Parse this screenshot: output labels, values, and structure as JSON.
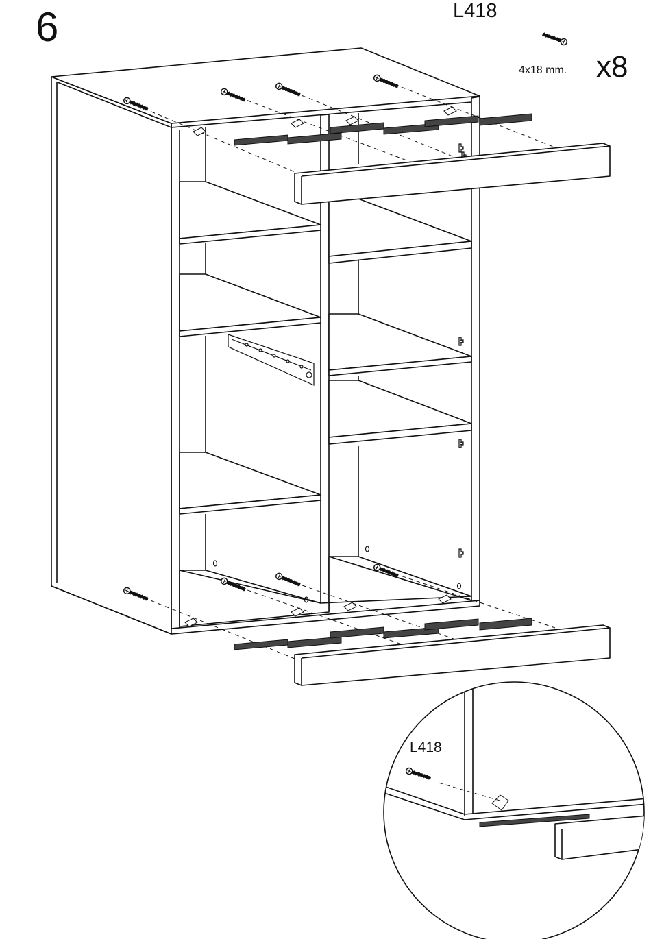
{
  "header": {
    "step_number": "6",
    "part_code": "L418",
    "screw_size": "4x18 mm.",
    "quantity": "x8"
  },
  "detail": {
    "part_code": "L418"
  },
  "icons": {
    "screw": "wood-screw-icon"
  },
  "colors": {
    "line": "#111111",
    "strip": "#444444",
    "background": "#ffffff"
  }
}
